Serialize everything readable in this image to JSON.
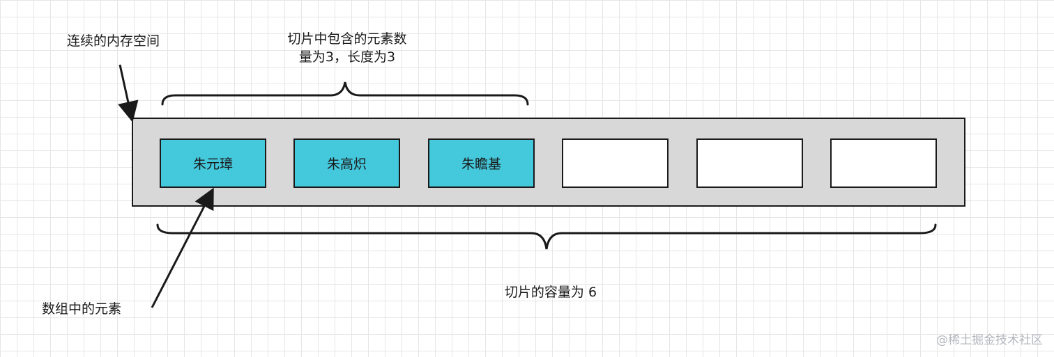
{
  "labels": {
    "memory": "连续的内存空间",
    "slice_len_line1": "切片中包含的元素数",
    "slice_len_line2": "量为3，长度为3",
    "capacity": "切片的容量为 6",
    "array_element": "数组中的元素",
    "watermark": "@稀土掘金技术社区"
  },
  "cells": [
    {
      "text": "朱元璋",
      "state": "filled"
    },
    {
      "text": "朱高炽",
      "state": "filled"
    },
    {
      "text": "朱瞻基",
      "state": "filled"
    },
    {
      "text": "",
      "state": "empty"
    },
    {
      "text": "",
      "state": "empty"
    },
    {
      "text": "",
      "state": "empty"
    }
  ],
  "colors": {
    "filled": "#44c8dc",
    "empty": "#ffffff",
    "container": "#d8d8d8",
    "line": "#1a1a1a",
    "grid": "#e6e6e6"
  }
}
